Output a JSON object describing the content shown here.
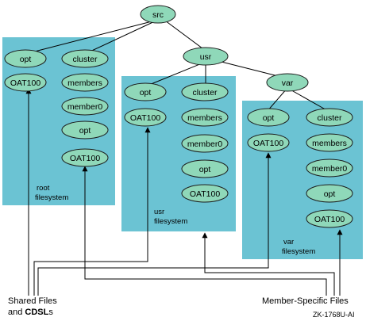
{
  "colors": {
    "panel": "#6bc3d3",
    "node_fill": "#8fd8b9",
    "node_stroke": "#1c1c1c",
    "line": "#000000"
  },
  "tree": {
    "root": "src",
    "usr": "usr",
    "var": "var"
  },
  "panels": {
    "root": {
      "label_line1": "root",
      "label_line2": "filesystem",
      "shared": [
        "opt",
        "OAT100"
      ],
      "cluster": [
        "cluster",
        "members",
        "member0",
        "opt",
        "OAT100"
      ]
    },
    "usr": {
      "label_line1": "usr",
      "label_line2": "filesystem",
      "shared": [
        "opt",
        "OAT100"
      ],
      "cluster": [
        "cluster",
        "members",
        "member0",
        "opt",
        "OAT100"
      ]
    },
    "var": {
      "label_line1": "var",
      "label_line2": "filesystem",
      "shared": [
        "opt",
        "OAT100"
      ],
      "cluster": [
        "cluster",
        "members",
        "member0",
        "opt",
        "OAT100"
      ]
    }
  },
  "captions": {
    "shared_line1": "Shared Files",
    "shared_line2_prefix": "and ",
    "shared_line2_bold": "CDSL",
    "shared_line2_suffix": "s",
    "member_specific": "Member-Specific Files",
    "figure_id": "ZK-1768U-AI"
  }
}
